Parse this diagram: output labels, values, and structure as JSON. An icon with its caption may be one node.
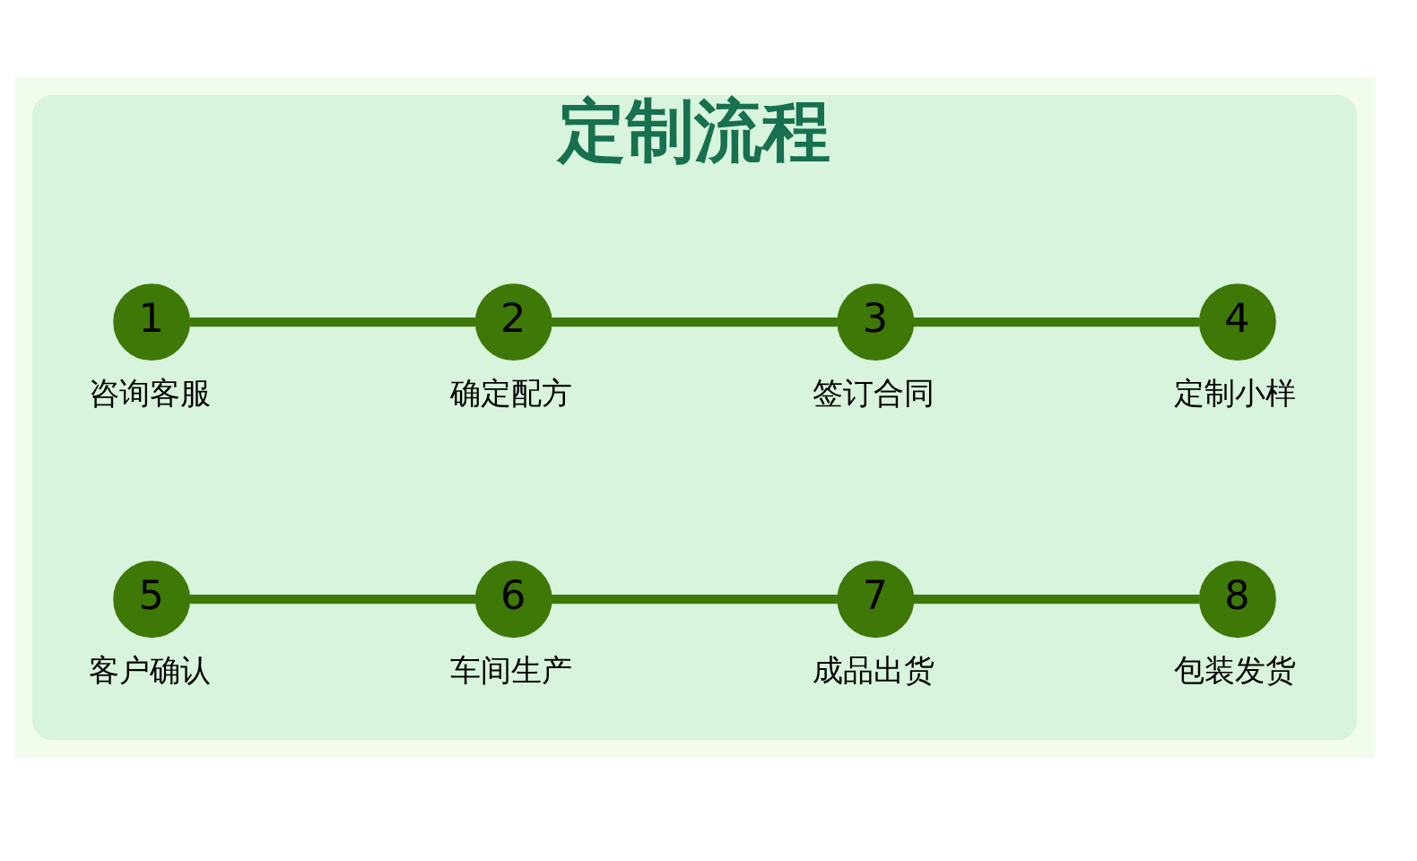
{
  "diagram": {
    "nodes": [
      {
        "text": [
          "定制流程"
        ]
      },
      {
        "text": [
          "1"
        ],
        "beside": [
          "咨询客服"
        ],
        "in": 0
      },
      {
        "text": [
          "2"
        ],
        "beside": [
          "确定配方"
        ],
        "in": 0
      },
      {
        "text": [
          "3"
        ],
        "beside": [
          "签订合同"
        ],
        "in": 0
      },
      {
        "text": [
          "4"
        ],
        "beside": [
          "定制小样"
        ],
        "in": 0
      },
      {
        "text": [
          "5"
        ],
        "beside": [
          "客户确认"
        ],
        "in": 0
      },
      {
        "text": [
          "6"
        ],
        "beside": [
          "车间生产"
        ],
        "in": 0
      },
      {
        "text": [
          "7"
        ],
        "beside": [
          "成品出货"
        ],
        "in": 0
      },
      {
        "text": [
          "8"
        ],
        "beside": [
          "包装发货"
        ],
        "in": 0
      }
    ],
    "edges": [
      {
        "from": 1,
        "to": 2,
        "arrow": "none"
      },
      {
        "from": 2,
        "to": 3,
        "arrow": "none"
      },
      {
        "from": 3,
        "to": 4,
        "arrow": "none"
      },
      {
        "from": 5,
        "to": 6,
        "arrow": "none"
      },
      {
        "from": 6,
        "to": 7,
        "arrow": "none"
      },
      {
        "from": 7,
        "to": 8,
        "arrow": "none"
      }
    ]
  }
}
